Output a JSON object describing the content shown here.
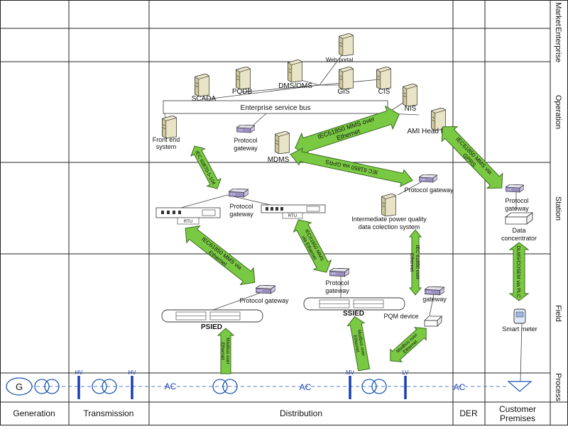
{
  "zones": {
    "generation": "Generation",
    "transmission": "Transmission",
    "distribution": "Distribution",
    "der": "DER",
    "customer_1": "Customer",
    "customer_2": "Premises"
  },
  "levels": {
    "market": "Market",
    "enterprise": "Enterprise",
    "operation": "Operation",
    "station": "Station",
    "field": "Field",
    "process": "Process"
  },
  "nodes": {
    "web_portal": "Web portal",
    "scada": "SCADA",
    "pqdb": "PQDB",
    "dms_oms": "DMS/OMS",
    "gis": "GIS",
    "cis": "CIS",
    "nis": "NIS",
    "esb": "Enterprise service bus",
    "ami_head_end": "AMI Head End",
    "front_end_1": "Front end",
    "front_end_2": "system",
    "protocol_gateway_op_1": "Protocol",
    "protocol_gateway_op_2": "gateway",
    "mdms": "MDMS",
    "rtu_1": "RTU",
    "rtu_2": "RTU",
    "protocol_gateway_station_1": "Protocol",
    "protocol_gateway_station_2": "gateway",
    "protocol_gateway_right": "Protocol gateway",
    "ipq_1": "Intermediate power quality",
    "ipq_2": "data colection system",
    "protocol_gateway_cust_1": "Protocol",
    "protocol_gateway_cust_2": "gateway",
    "data_concentrator_1": "Data",
    "data_concentrator_2": "concentrator",
    "protocol_gateway_field_left": "Protocol  gateway",
    "protocol_gateway_field_mid_1": "Protocol",
    "protocol_gateway_field_mid_2": "gateway",
    "gateway_field_right": "gateway",
    "psied": "PSIED",
    "ssied": "SSIED",
    "pqm_device": "PQM device",
    "smart_meter": "Smart meter"
  },
  "links": {
    "iec61850_mms_ethernet_1": "IEC61850 MMS  over",
    "iec61850_mms_ethernet_2": "Ethernet",
    "iec61850_gprs": "IEC 61850 via  GPRS",
    "iec61850_mms_gprs_1": "IEC61850 MMS via",
    "iec61850_mms_gprs_2": "GPRS",
    "iec60870_104": "IEC 60870-5-104",
    "field_left_1": "IEC61850 MMS via",
    "field_left_2": "Ethernet",
    "field_mid_1": "IEC61850 MMS",
    "field_mid_2": "via Ethernet",
    "field_right_1": "IEC 61850 over",
    "field_right_2": "Ethernet",
    "dlms": "DLMS/COSEM via PLC",
    "modbus_1": "Modbus over",
    "modbus_2": "Ethernet"
  },
  "process": {
    "generator": "G",
    "hv_1": "HV",
    "hv_2": "HV",
    "mv": "MV",
    "lv": "LV",
    "ac_1": "AC",
    "ac_2": "AC",
    "ac_3": "AC"
  },
  "colors": {
    "arrow_fill": "#7ac943",
    "bus_blue": "#1a3fb0",
    "server_body": "#e9e4c6",
    "gateway_purple": "#9a8fc0"
  }
}
